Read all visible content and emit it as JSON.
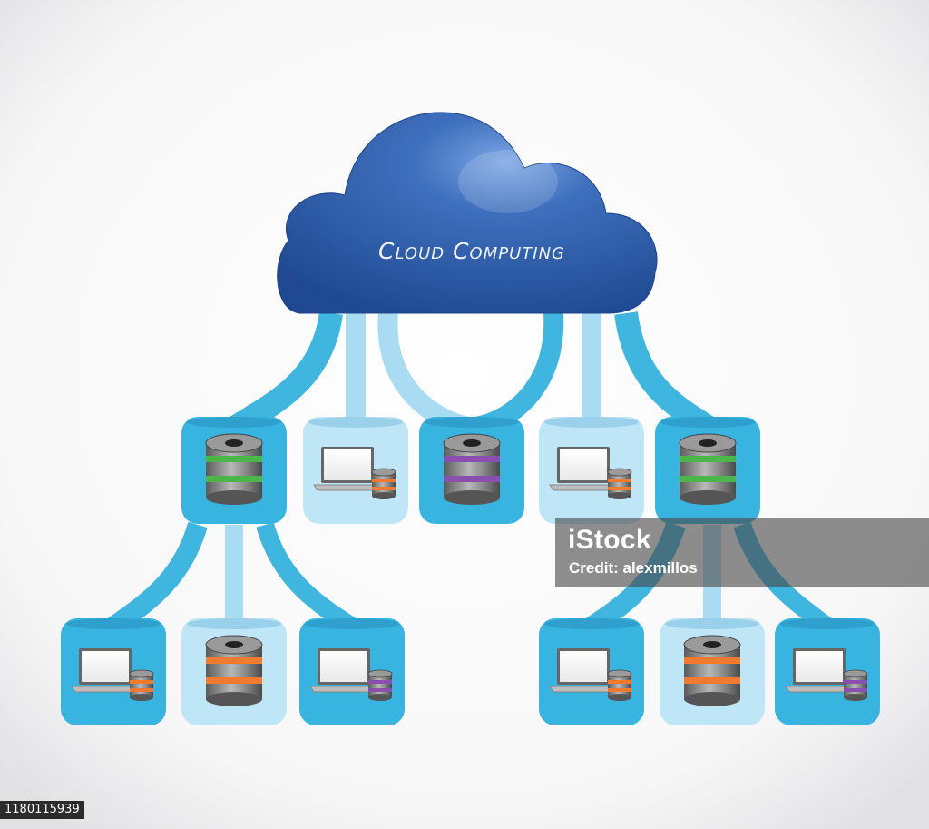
{
  "cloud": {
    "label": "Cloud Computing"
  },
  "colors": {
    "link": "#3fb6e0",
    "link_light": "#a9dcf3",
    "node_dark": "#37b4e0",
    "node_light": "#bfe6f7",
    "cloud": "#2d5aa3",
    "green": "#4db64a",
    "purple": "#8b4fb0",
    "orange": "#f07a2f"
  },
  "nodes": [
    {
      "id": "n1",
      "kind": "server",
      "accent": "green",
      "tone": "dark"
    },
    {
      "id": "n2",
      "kind": "laptop",
      "accent": "orange",
      "tone": "light"
    },
    {
      "id": "n3",
      "kind": "server",
      "accent": "purple",
      "tone": "dark"
    },
    {
      "id": "n4",
      "kind": "laptop",
      "accent": "orange",
      "tone": "light"
    },
    {
      "id": "n5",
      "kind": "server",
      "accent": "green",
      "tone": "dark"
    },
    {
      "id": "n6",
      "kind": "laptop",
      "accent": "orange",
      "tone": "dark"
    },
    {
      "id": "n7",
      "kind": "server",
      "accent": "orange",
      "tone": "light"
    },
    {
      "id": "n8",
      "kind": "laptop",
      "accent": "purple",
      "tone": "dark"
    },
    {
      "id": "n9",
      "kind": "laptop",
      "accent": "orange",
      "tone": "dark"
    },
    {
      "id": "n10",
      "kind": "server",
      "accent": "orange",
      "tone": "light"
    },
    {
      "id": "n11",
      "kind": "laptop",
      "accent": "purple",
      "tone": "dark"
    }
  ],
  "watermark": {
    "logo": "iStock",
    "credit": "Credit: alexmillos"
  },
  "stock_id": "1180115939"
}
